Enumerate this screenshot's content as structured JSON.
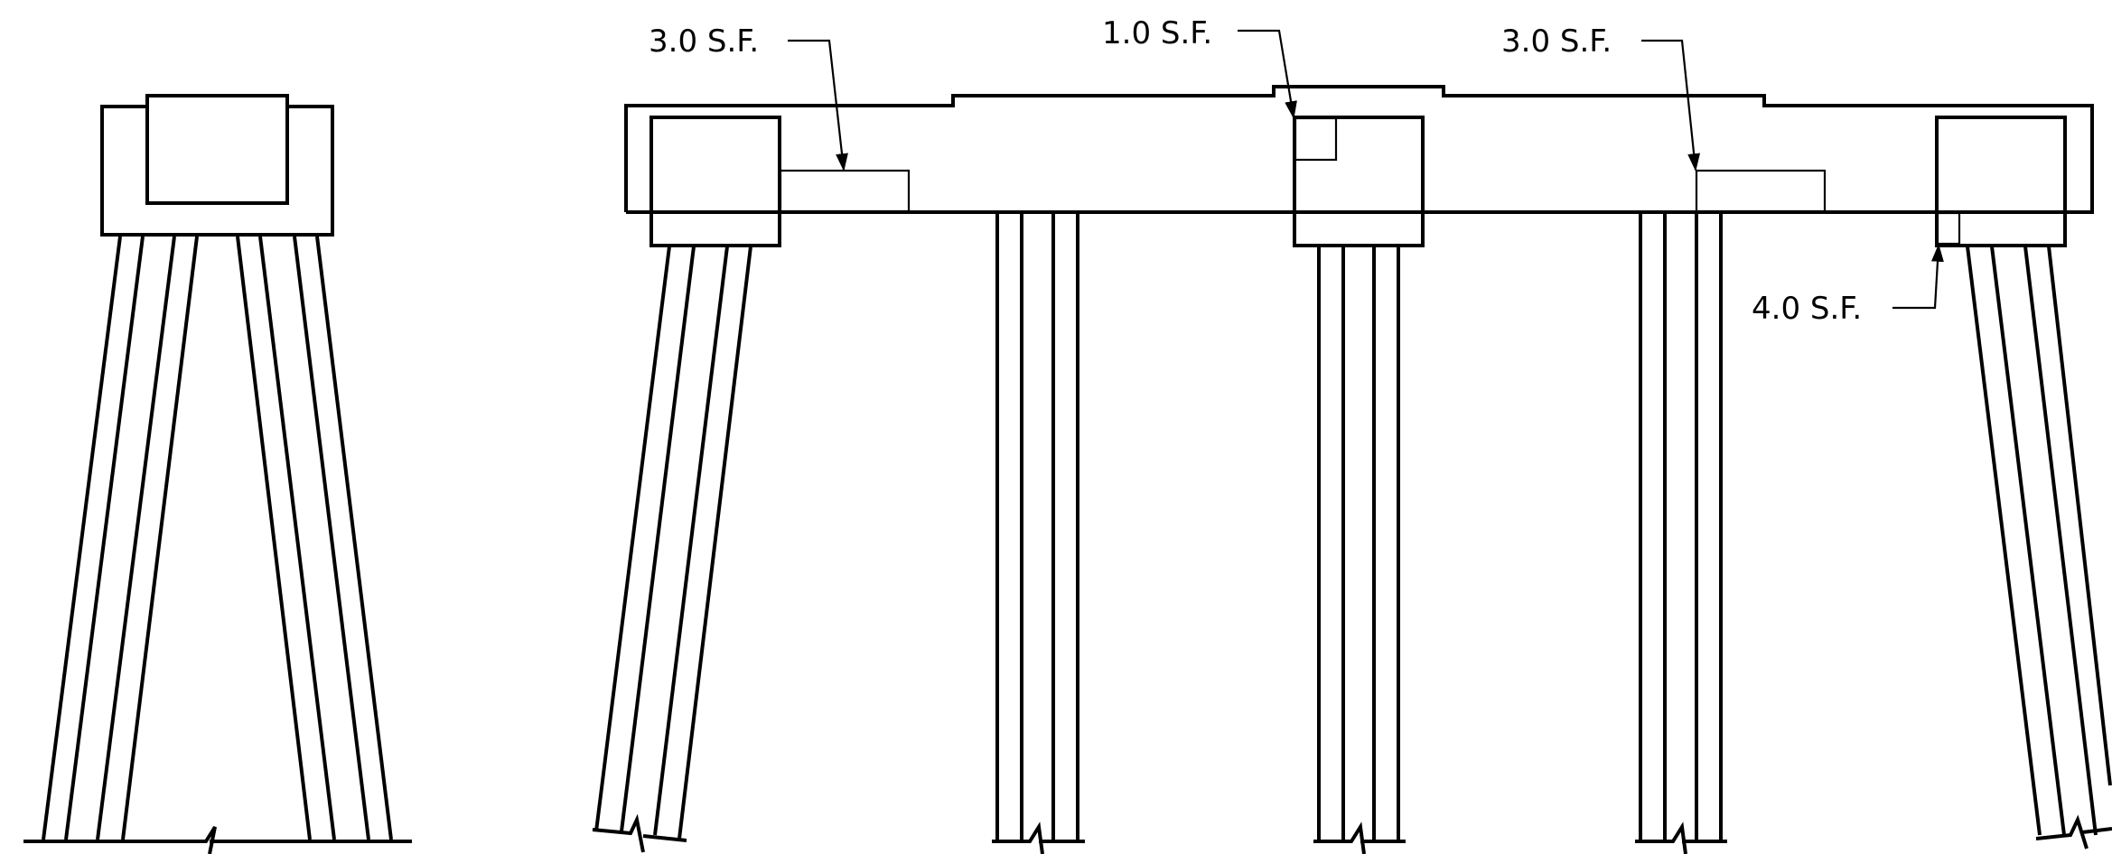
{
  "callouts": [
    {
      "id": "callout-left-beam",
      "text": "3.0 S.F."
    },
    {
      "id": "callout-center-cap",
      "text": "1.0 S.F."
    },
    {
      "id": "callout-right-beam",
      "text": "3.0 S.F."
    },
    {
      "id": "callout-right-cap",
      "text": "4.0 S.F."
    }
  ],
  "colors": {
    "line": "#000000",
    "background": "#ffffff"
  }
}
